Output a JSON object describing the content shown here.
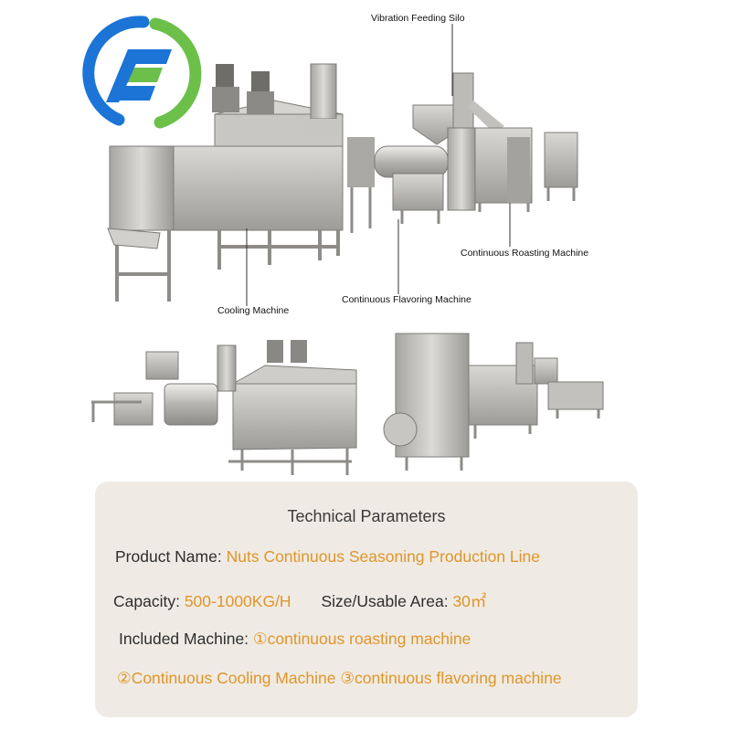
{
  "colors": {
    "logo_blue": "#1b74d6",
    "logo_green": "#6cc04a",
    "value_orange": "#e0952a",
    "panel_bg": "#efebe4",
    "steel": "#b8b6b2"
  },
  "logo": {
    "icon": "letter-e-logo-icon"
  },
  "labels": {
    "vibration_silo": "Vibration Feeding Silo",
    "roasting": "Continuous Roasting Machine",
    "cooling": "Cooling Machine",
    "flavoring": "Continuous Flavoring Machine"
  },
  "params": {
    "title": "Technical Parameters",
    "product_name_label": "Product Name:",
    "product_name_value": "Nuts Continuous Seasoning Production Line",
    "capacity_label": "Capacity:",
    "capacity_value": "500-1000KG/H",
    "size_label": "Size/Usable Area:",
    "size_value": "30㎡",
    "included_label": "Included Machine:",
    "included_1": "①continuous roasting machine",
    "included_2": "②Continuous Cooling Machine",
    "included_3": "③continuous flavoring machine"
  }
}
